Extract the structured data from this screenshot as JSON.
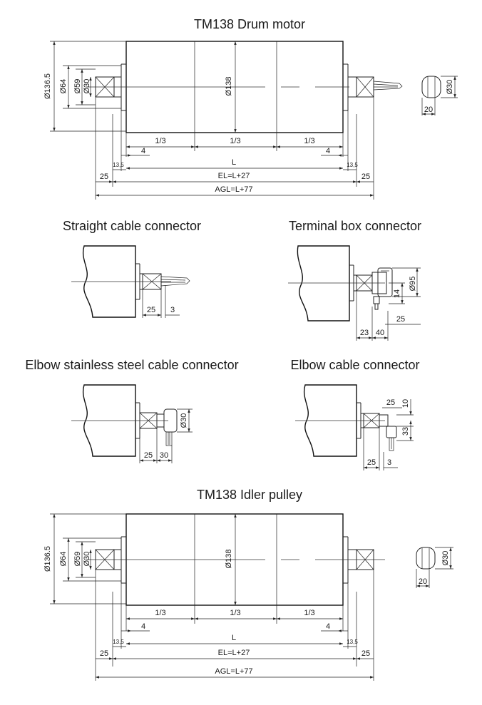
{
  "titles": {
    "drum_motor": "TM138 Drum motor",
    "straight": "Straight cable connector",
    "terminal": "Terminal box connector",
    "elbow_ss": "Elbow stainless steel cable connector",
    "elbow": "Elbow cable connector",
    "idler": "TM138 Idler pulley"
  },
  "drum_dims": {
    "d1365": "Ø136.5",
    "d64": "Ø64",
    "d59": "Ø59",
    "d30": "Ø30",
    "d138": "Ø138",
    "third1": "1/3",
    "third2": "1/3",
    "third3": "1/3",
    "four_left": "4",
    "four_right": "4",
    "L": "L",
    "s135_left": "13,5",
    "s135_right": "13,5",
    "s25_left": "25",
    "s25_right": "25",
    "EL": "EL=L+27",
    "AGL": "AGL=L+77",
    "end_d30": "Ø30",
    "end_20": "20"
  },
  "straight_dims": {
    "d25": "25",
    "d3": "3"
  },
  "terminal_dims": {
    "d95": "Ø95",
    "d14": "14",
    "d25": "25",
    "d23": "23",
    "d40": "40"
  },
  "elbow_ss_dims": {
    "d30": "Ø30",
    "d25": "25",
    "d30b": "30"
  },
  "elbow_dims": {
    "d25": "25",
    "d10": "10",
    "d33": "33",
    "d25b": "25",
    "d3": "3"
  },
  "idler_dims": {
    "d1365": "Ø136.5",
    "d64": "Ø64",
    "d59": "Ø59",
    "d30": "Ø30",
    "d138": "Ø138",
    "third1": "1/3",
    "third2": "1/3",
    "third3": "1/3",
    "four_left": "4",
    "four_right": "4",
    "L": "L",
    "s135_left": "13,5",
    "s135_right": "13,5",
    "s25_left": "25",
    "s25_right": "25",
    "EL": "EL=L+27",
    "AGL": "AGL=L+77",
    "end_d30": "Ø30",
    "end_20": "20"
  }
}
